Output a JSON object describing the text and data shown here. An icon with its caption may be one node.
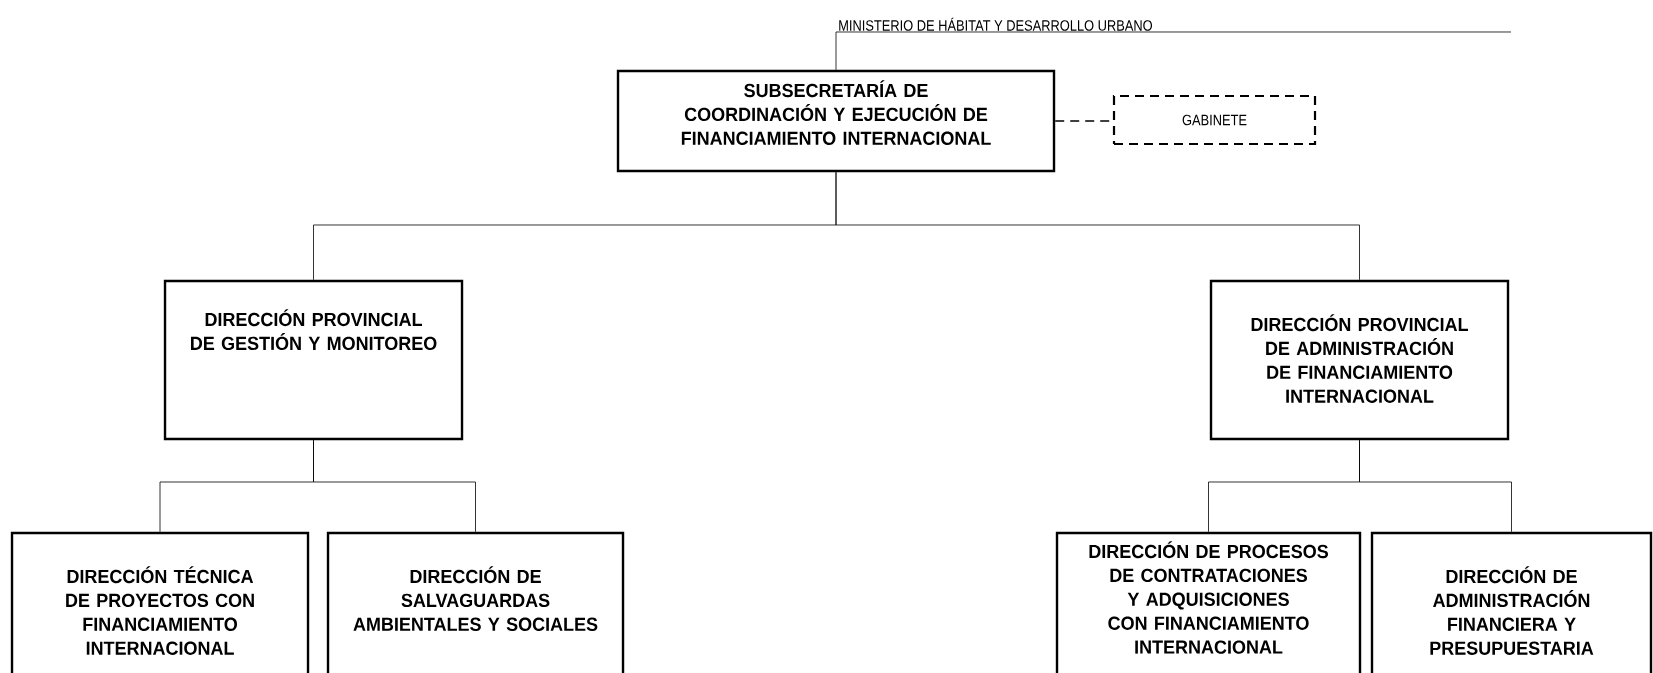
{
  "diagram": {
    "nodes": [
      {
        "text": [
          "MINISTERIO DE HÁBITAT Y DESARROLLO URBANO"
        ]
      },
      {
        "text": [
          "SUBSECRETARÍA DE COORDINACIÓN Y EJECUCIÓN DE FINANCIAMIENTO INTERNACIONAL"
        ]
      },
      {
        "text": [
          "GABINETE"
        ]
      },
      {
        "text": [
          "DIRECCIÓN PROVINCIAL DE GESTIÓN Y MONITOREO"
        ]
      },
      {
        "text": [
          "DIRECCIÓN PROVINCIAL DE ADMINISTRACIÓN DE FINANCIAMIENTO INTERNACIONAL"
        ]
      },
      {
        "text": [
          "DIRECCIÓN TÉCNICA DE PROYECTOS CON FINANCIAMIENTO INTERNACIONAL"
        ]
      },
      {
        "text": [
          "DIRECCIÓN DE SALVAGUARDAS AMBIENTALES Y SOCIALES"
        ]
      },
      {
        "text": [
          "DIRECCIÓN DE PROCESOS DE CONTRATACIONES Y ADQUISICIONES CON FINANCIAMIENTO INTERNACIONAL"
        ]
      },
      {
        "text": [
          "DIRECCIÓN DE ADMINISTRACIÓN FINANCIERA Y PRESUPUESTARIA"
        ]
      }
    ],
    "edges": [
      {
        "from": 0,
        "to": 1,
        "arrow": "none"
      },
      {
        "from": 1,
        "to": 2,
        "arrow": "none",
        "style": "dashed"
      },
      {
        "from": 1,
        "to": 3,
        "arrow": "none"
      },
      {
        "from": 1,
        "to": 4,
        "arrow": "none"
      },
      {
        "from": 3,
        "to": 5,
        "arrow": "none"
      },
      {
        "from": 3,
        "to": 6,
        "arrow": "none"
      },
      {
        "from": 4,
        "to": 7,
        "arrow": "none"
      },
      {
        "from": 4,
        "to": 8,
        "arrow": "none"
      }
    ]
  }
}
